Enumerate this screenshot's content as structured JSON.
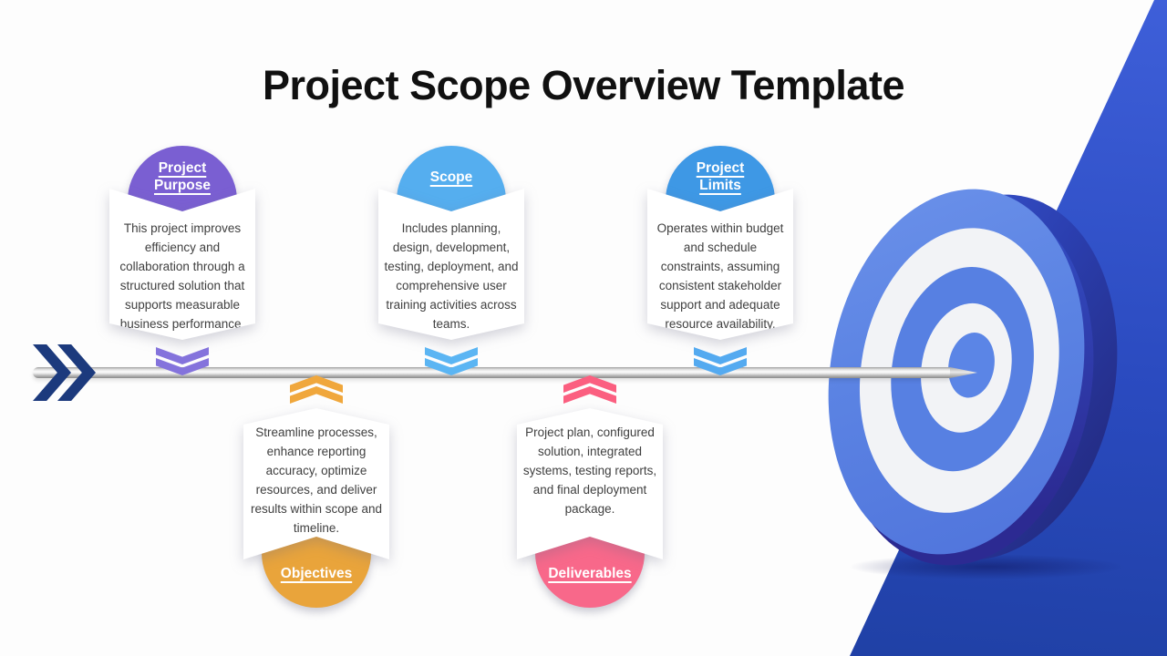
{
  "title": "Project Scope Overview Template",
  "cards": [
    {
      "id": "project-purpose",
      "label": "Project Purpose",
      "body": "This project improves efficiency and collaboration through a structured solution that supports measurable business performance.",
      "accent": "#7A5FD2",
      "chevron": "#8473DC",
      "row": "top"
    },
    {
      "id": "scope",
      "label": "Scope",
      "body": "Includes planning, design, development, testing, deployment, and comprehensive user training activities across teams.",
      "accent": "#55AEEF",
      "chevron": "#5BB5F3",
      "row": "top"
    },
    {
      "id": "project-limits",
      "label": "Project Limits",
      "body": "Operates within budget and schedule constraints, assuming consistent stakeholder support and adequate resource availability.",
      "accent": "#3E98E5",
      "chevron": "#54AAF0",
      "row": "top"
    },
    {
      "id": "objectives",
      "label": "Objectives",
      "body": "Streamline processes, enhance reporting accuracy, optimize resources, and deliver results within scope and timeline.",
      "accent": "#E9A43B",
      "chevron": "#F0A73C",
      "row": "bottom"
    },
    {
      "id": "deliverables",
      "label": "Deliverables",
      "body": "Project plan, configured solution, integrated systems, testing reports, and final deployment package.",
      "accent": "#F8688A",
      "chevron": "#FB5F80",
      "row": "bottom"
    }
  ],
  "decor": {
    "background": "#FDFDFD",
    "title_color": "#101010",
    "body_text_color": "#3F3F3F",
    "arrow_fletching_color": "#1C3A7D",
    "arrow_shaft_silver": "#C9C9C9",
    "target_ring_blue": "#5B83E3",
    "target_ring_white": "#F2F3F6",
    "target_side_blue": "#2B3FB0",
    "target_rim_indigo": "#2C2A92",
    "wedge_top": "#3E5FD9",
    "wedge_bottom": "#1D3E9F"
  }
}
